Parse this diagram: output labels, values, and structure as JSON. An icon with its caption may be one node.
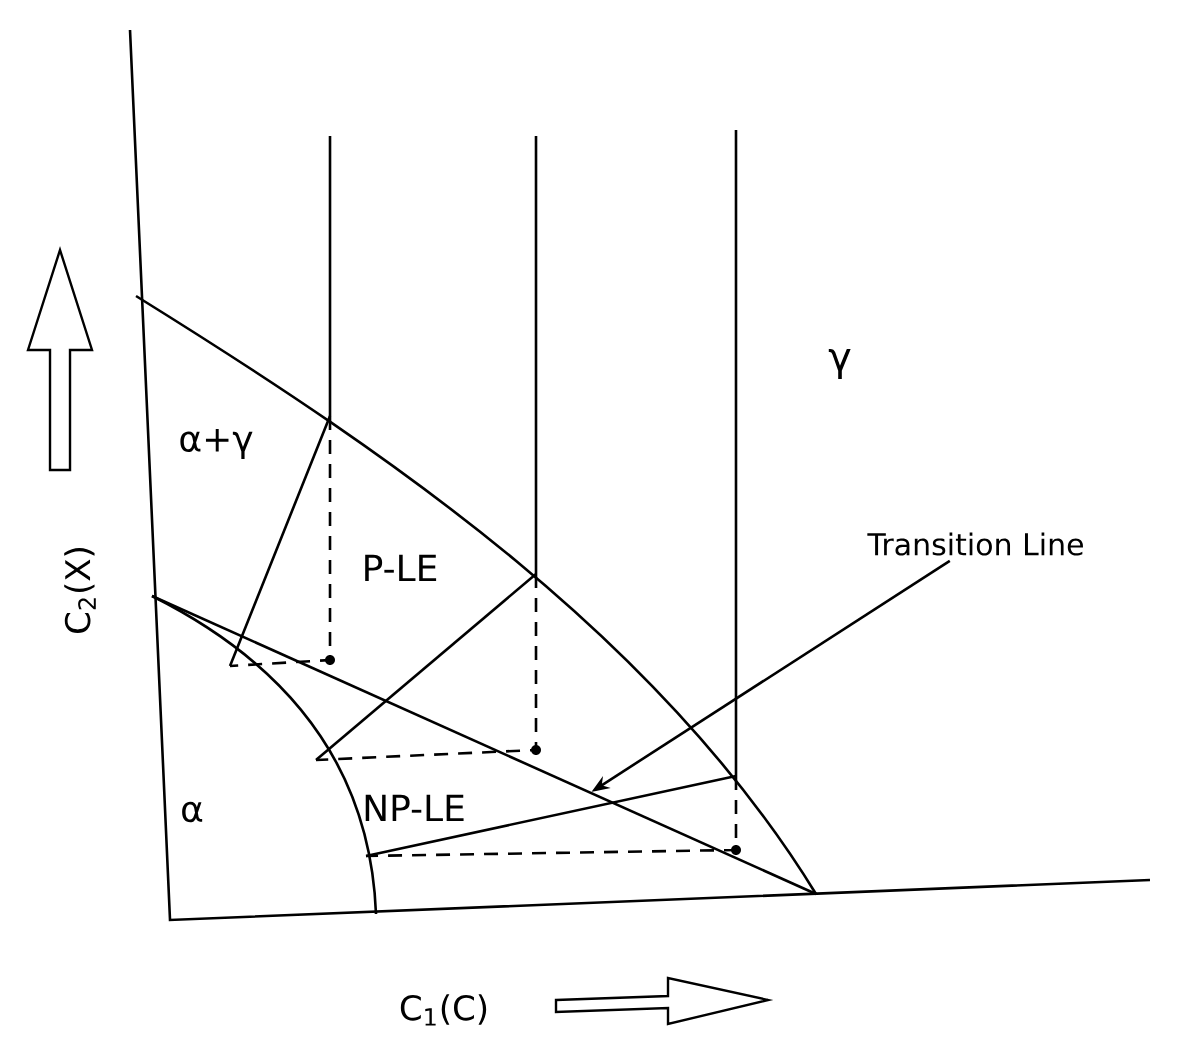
{
  "diagram": {
    "nodes": [
      {
        "text": [
          "Transition Line"
        ]
      },
      {
        "text": [],
        "shape": "line"
      }
    ],
    "edges": [
      {
        "from": 0,
        "to": 1,
        "arrow": "to"
      }
    ],
    "labels": [
      "γ",
      "α+γ",
      "P-LE",
      "NP-LE",
      "α",
      "C$_{2}$(X)",
      "C$_{1}$(C)"
    ]
  }
}
